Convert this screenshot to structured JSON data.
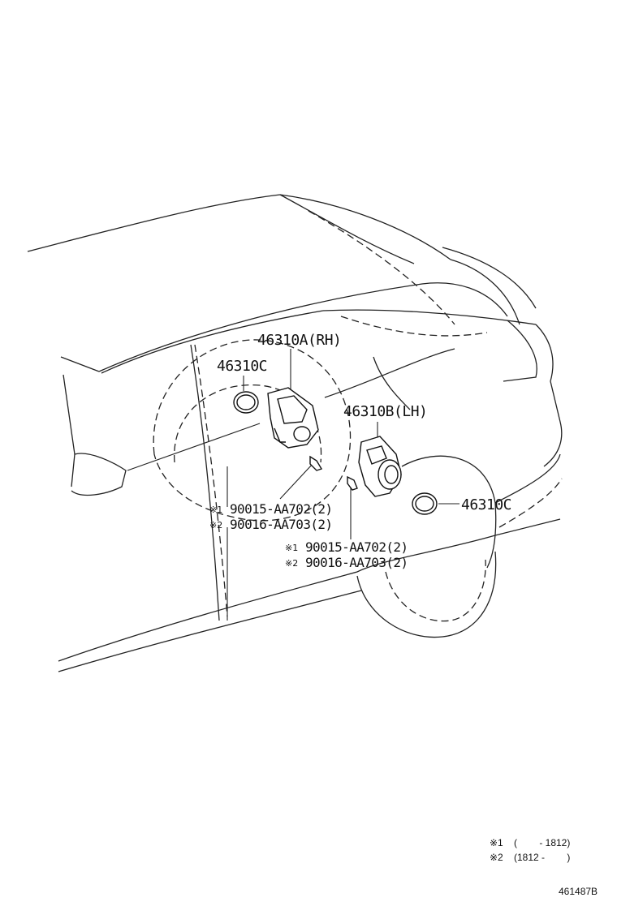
{
  "callouts": {
    "part_a": "46310A(RH)",
    "seal_left": "46310C",
    "part_b": "46310B(LH)",
    "seal_right": "46310C"
  },
  "bolts_left": {
    "mark1": "※1",
    "code1": "90015-AA702(2)",
    "mark2": "※2",
    "code2": "90016-AA703(2)"
  },
  "bolts_right": {
    "mark1": "※1",
    "code1": "90015-AA702(2)",
    "mark2": "※2",
    "code2": "90016-AA703(2)"
  },
  "notes": {
    "note1_mark": "※1",
    "note1_range": "(　　 - 1812)",
    "note2_mark": "※2",
    "note2_range": "(1812 -　　 )"
  },
  "diagram_id": "461487B"
}
